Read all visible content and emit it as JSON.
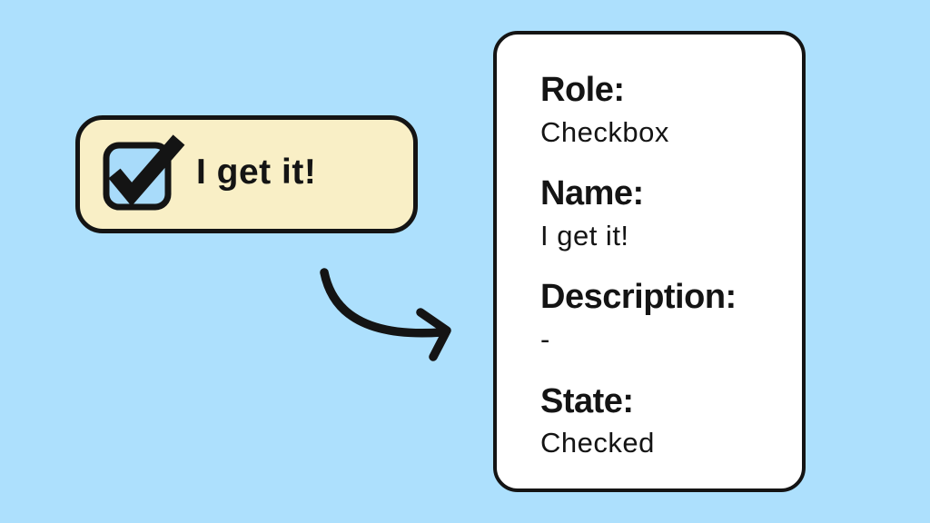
{
  "page": {
    "background_color": "#ade0fd",
    "ink_color": "#141414"
  },
  "checkbox_widget": {
    "label": "I get it!",
    "state": "checked",
    "fill_color": "#f9efc6",
    "border_color": "#141414",
    "box_fill_color": "#a8dbfa",
    "checkmark_color": "#141414"
  },
  "arrow": {
    "color": "#141414",
    "style": "curved, pointing right toward info card"
  },
  "info_card": {
    "background_color": "#ffffff",
    "border_color": "#141414",
    "fields": [
      {
        "label": "Role:",
        "value": "Checkbox"
      },
      {
        "label": "Name:",
        "value": "I get it!"
      },
      {
        "label": "Description:",
        "value": "-"
      },
      {
        "label": "State:",
        "value": "Checked"
      }
    ]
  }
}
